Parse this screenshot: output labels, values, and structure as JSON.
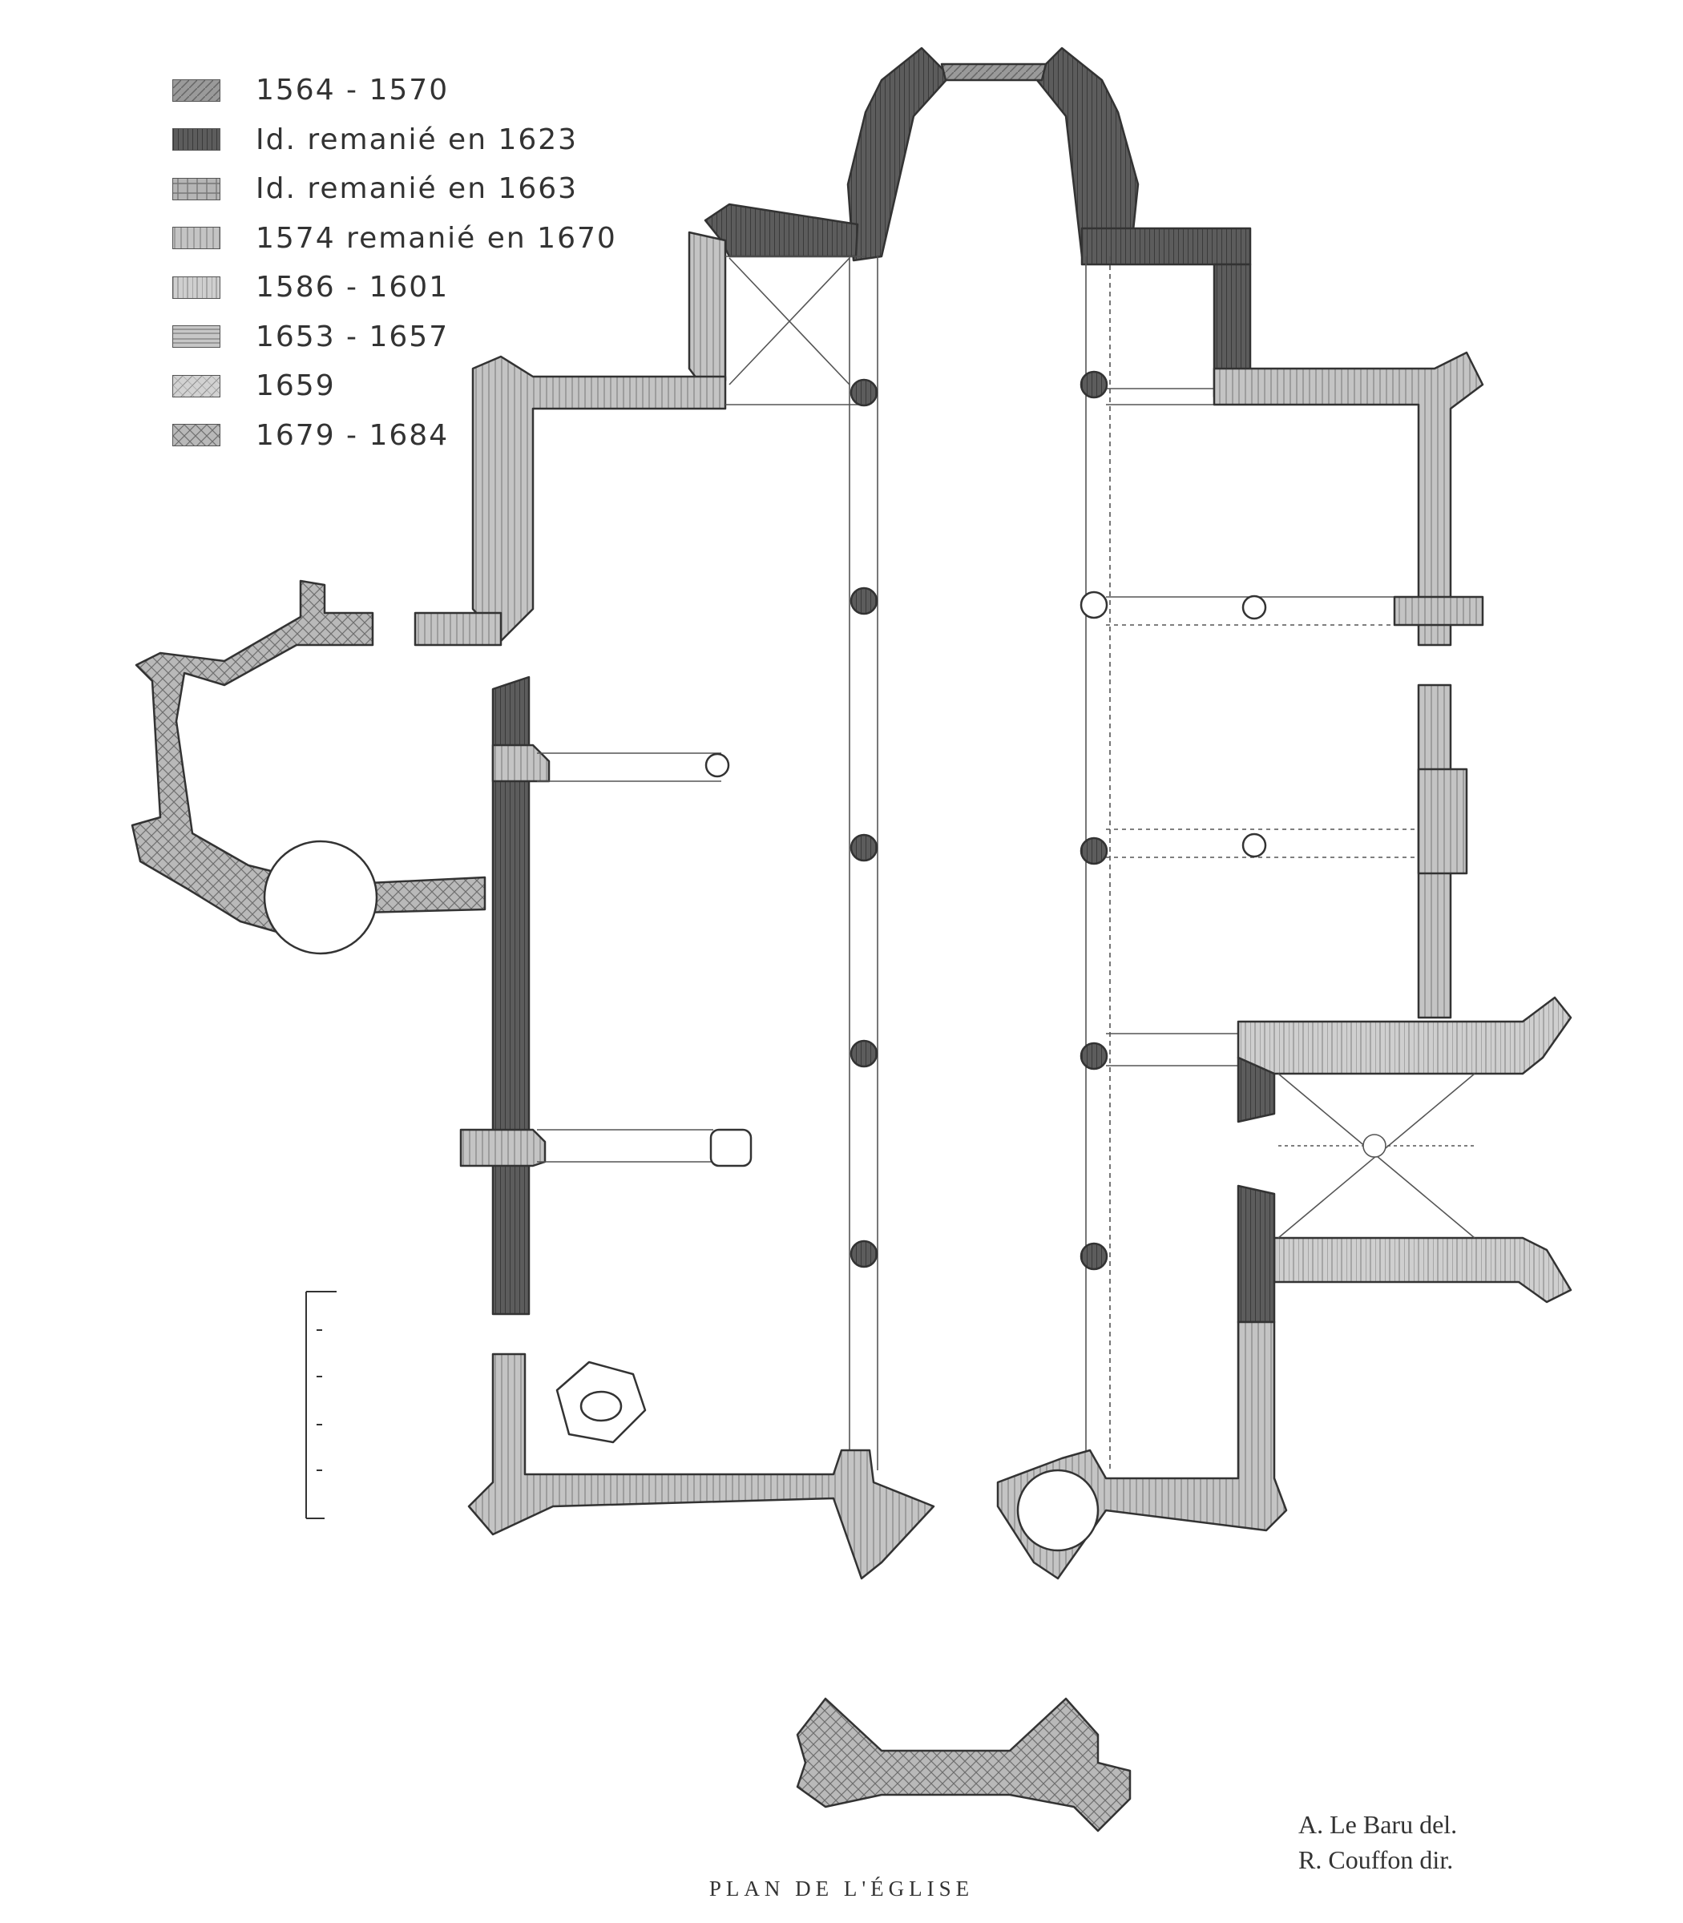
{
  "legend": [
    {
      "label": "1564 - 1570",
      "pattern": "pat-a"
    },
    {
      "label": "Id. remanié en 1623",
      "pattern": "pat-b"
    },
    {
      "label": "Id. remanié en 1663",
      "pattern": "pat-c"
    },
    {
      "label": "1574 remanié en 1670",
      "pattern": "pat-d"
    },
    {
      "label": "1586 - 1601",
      "pattern": "pat-e"
    },
    {
      "label": "1653 - 1657",
      "pattern": "pat-f"
    },
    {
      "label": "1659",
      "pattern": "pat-g"
    },
    {
      "label": "1679 - 1684",
      "pattern": "pat-h"
    }
  ],
  "credits": {
    "drawn_by": "A. Le Baru del.",
    "director": "R. Couffon dir."
  },
  "caption": "PLAN DE L'ÉGLISE",
  "colors": {
    "ink": "#333333",
    "wall_light": "#c9c9c9",
    "wall_mid": "#a8a8a8",
    "wall_dark": "#6d6d6d",
    "background": "#ffffff"
  }
}
